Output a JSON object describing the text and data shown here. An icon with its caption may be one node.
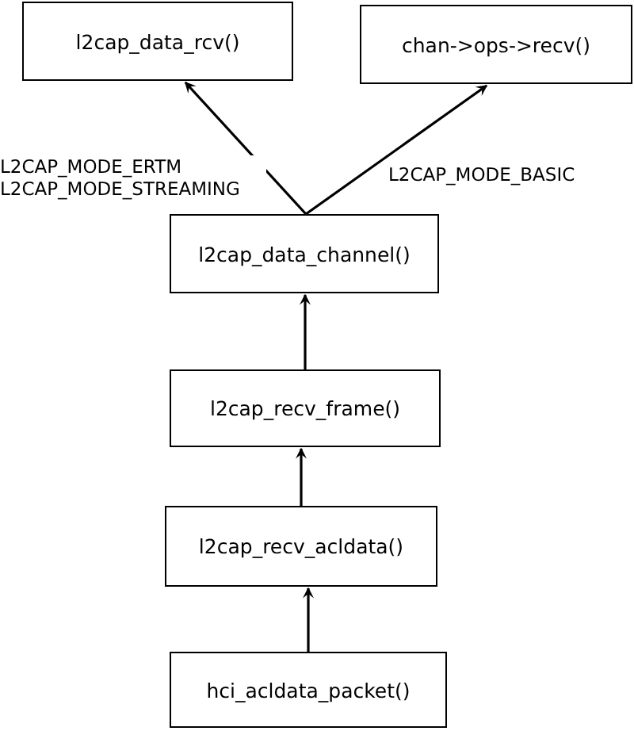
{
  "diagram": {
    "nodes": [
      {
        "text": [
          "l2cap_data_rcv()"
        ]
      },
      {
        "text": [
          "chan->ops->recv()"
        ]
      },
      {
        "text": [
          "l2cap_data_channel()"
        ]
      },
      {
        "text": [
          "l2cap_recv_frame()"
        ]
      },
      {
        "text": [
          "l2cap_recv_acldata()"
        ]
      },
      {
        "text": [
          "hci_acldata_packet()"
        ]
      }
    ],
    "edges": [
      {
        "from": 2,
        "to": 0,
        "arrow": "to",
        "label": "L2CAP_MODE_ERTM L2CAP_MODE_STREAMING"
      },
      {
        "from": 2,
        "to": 1,
        "arrow": "to",
        "label": "L2CAP_MODE_BASIC"
      },
      {
        "from": 3,
        "to": 2,
        "arrow": "to"
      },
      {
        "from": 4,
        "to": 3,
        "arrow": "to"
      },
      {
        "from": 5,
        "to": 4,
        "arrow": "to"
      }
    ]
  }
}
